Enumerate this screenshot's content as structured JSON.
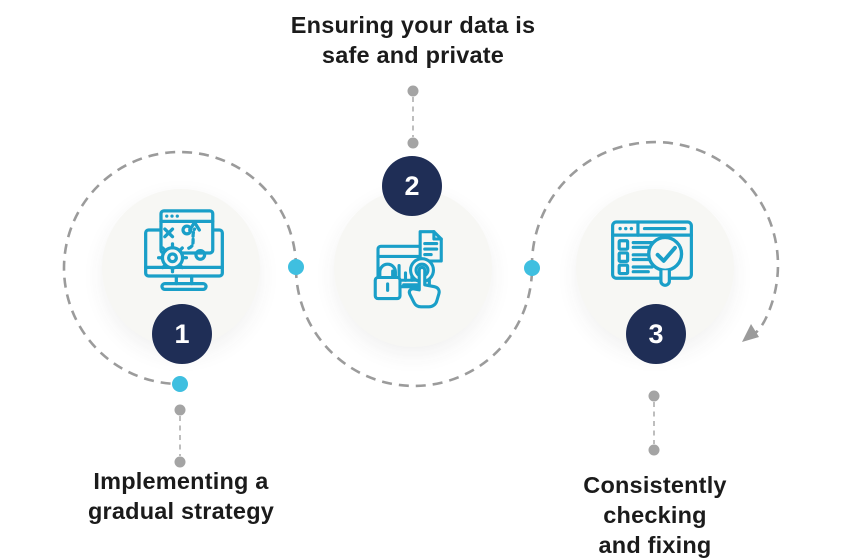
{
  "diagram": {
    "type": "process-flow-infographic",
    "flow_direction": "left-to-right",
    "end_marker": "arrow",
    "steps": [
      {
        "number": "1",
        "label": "Implementing a\ngradual strategy",
        "icon": "strategy-planning-monitor-icon",
        "label_position": "below"
      },
      {
        "number": "2",
        "label": "Ensuring your data is\nsafe and private",
        "icon": "data-privacy-lock-touch-icon",
        "label_position": "above"
      },
      {
        "number": "3",
        "label": "Consistently checking\nand fixing",
        "icon": "review-check-magnifier-icon",
        "label_position": "below"
      }
    ],
    "colors": {
      "icon_stroke": "#1a9fc8",
      "junction_dot_cyan": "#3fbfe0",
      "badge_navy": "#1f2e56",
      "badge_text": "#ffffff",
      "dash_gray": "#9b9b9b",
      "connector_dot_gray": "#a4a4a4",
      "circle_fill": "#f7f7f4",
      "label_text": "#1b1b1b",
      "background": "#ffffff"
    }
  }
}
